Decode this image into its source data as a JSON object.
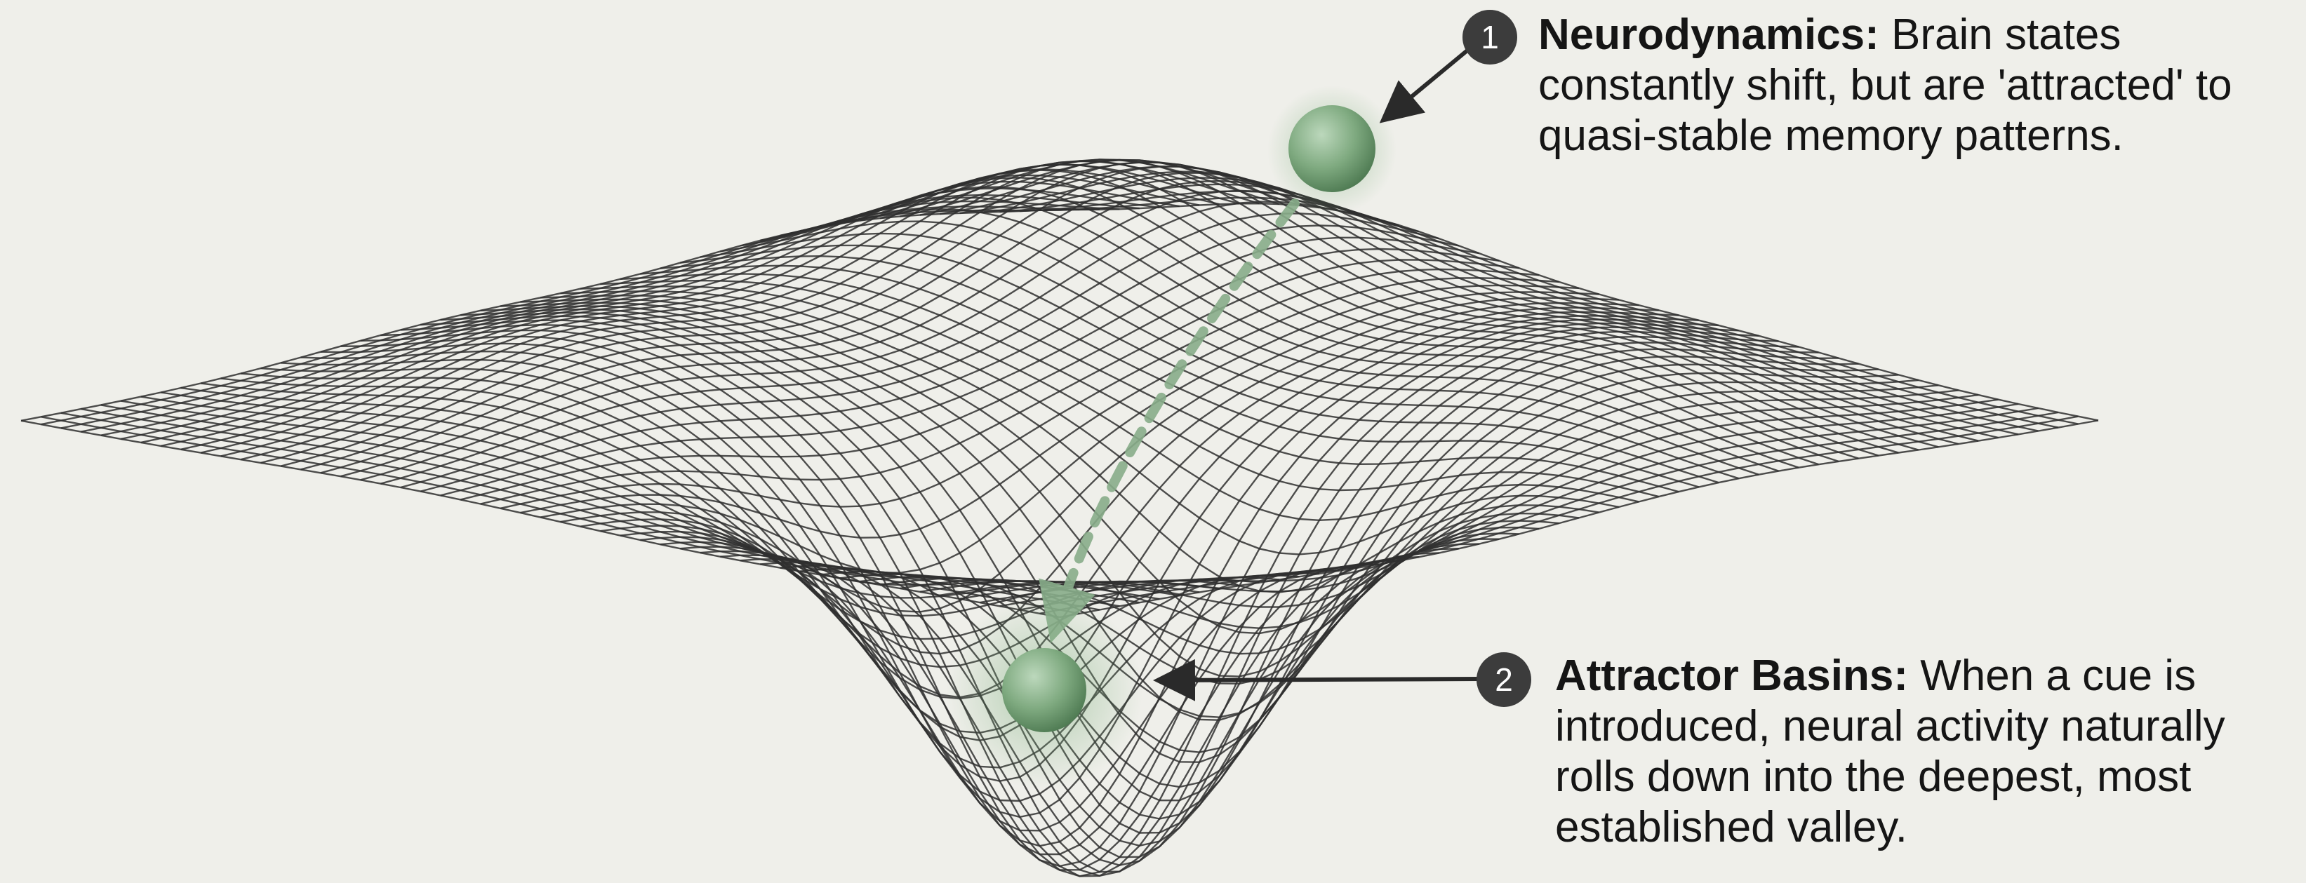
{
  "callouts": [
    {
      "number": "1",
      "title": "Neurodynamics:",
      "text": " Brain states constantly shift, but are 'attracted' to quasi-stable memory patterns."
    },
    {
      "number": "2",
      "title": "Attractor Basins:",
      "text": " When a cue is introduced, neural activity naturally rolls down into the deepest, most established valley."
    }
  ],
  "colors": {
    "background": "#efefea",
    "mesh": "#2f2f2f",
    "ball": "#7faa80",
    "path": "#88ad8a",
    "badge": "#3c3c3c",
    "arrow": "#2a2a2a"
  }
}
